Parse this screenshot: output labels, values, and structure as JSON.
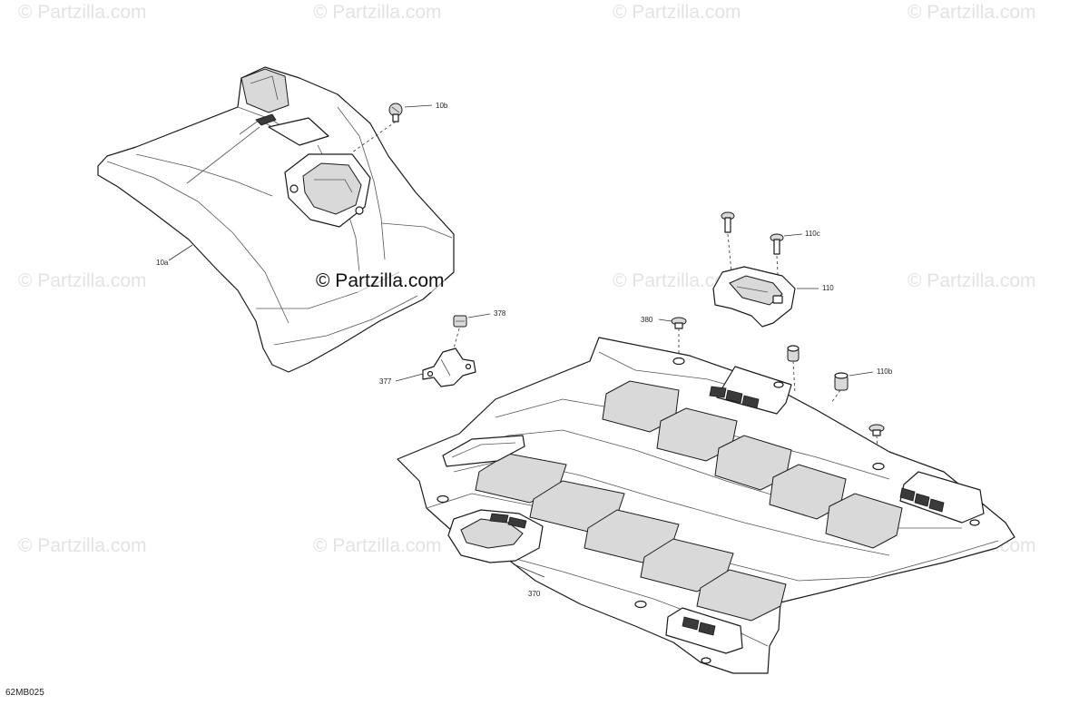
{
  "diagram_code": "62MB025",
  "watermark_text": "© Partzilla.com",
  "center_watermark_text": "© Partzilla.com",
  "callouts": {
    "c10b": "10b",
    "c10a": "10a",
    "c378": "378",
    "c377": "377",
    "c110c": "110c",
    "c110": "110",
    "c380": "380",
    "c110b": "110b",
    "c370": "370"
  },
  "colors": {
    "line": "#1a1a1a",
    "panel_shade": "#d9d9d9",
    "watermark": "#e3e3e3"
  }
}
